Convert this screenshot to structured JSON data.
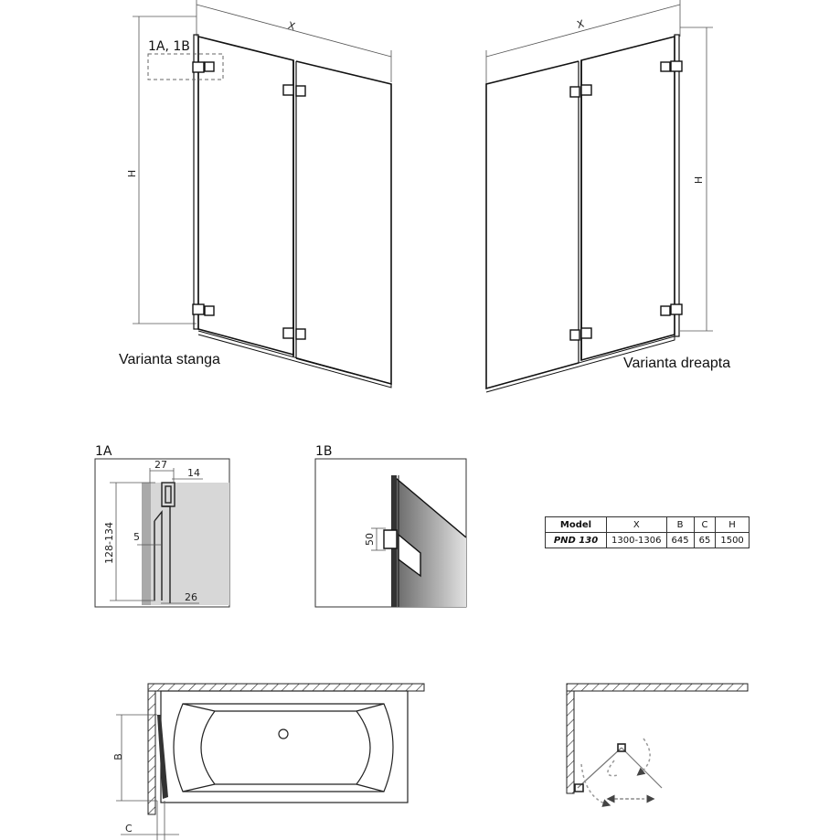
{
  "top_left": {
    "callout": "1A, 1B",
    "dim_x": "X",
    "dim_h": "H",
    "caption": "Varianta stanga"
  },
  "top_right": {
    "dim_x": "X",
    "dim_h": "H",
    "caption": "Varianta dreapta"
  },
  "detail_1a": {
    "title": "1A",
    "d27": "27",
    "d14": "14",
    "d128": "128-134",
    "d5": "5",
    "d26": "26"
  },
  "detail_1b": {
    "title": "1B",
    "d50": "50"
  },
  "spec_table": {
    "headers": [
      "Model",
      "X",
      "B",
      "C",
      "H"
    ],
    "row": [
      "PND 130",
      "1300-1306",
      "645",
      "65",
      "1500"
    ]
  },
  "plan_view": {
    "dim_b": "B",
    "dim_c": "C"
  }
}
